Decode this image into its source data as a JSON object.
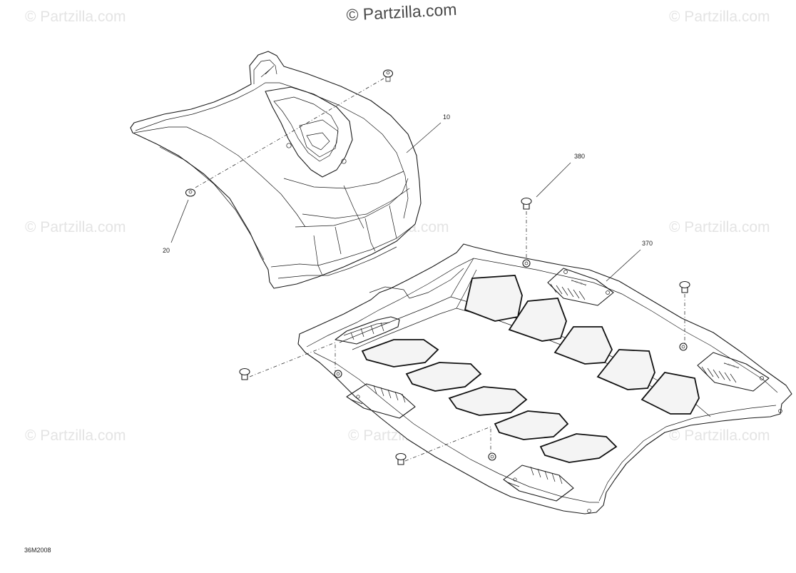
{
  "watermarks": {
    "top": "© Partzilla.com",
    "faint": "© Partzilla.com"
  },
  "callouts": {
    "p10": "10",
    "p20": "20",
    "p370": "370",
    "p380": "380"
  },
  "diagram_code": "36M2008",
  "plate_marks": {
    "mark_a": "ꟷꟷꟷ",
    "mark_b": "ꟷꟷꟷ"
  }
}
